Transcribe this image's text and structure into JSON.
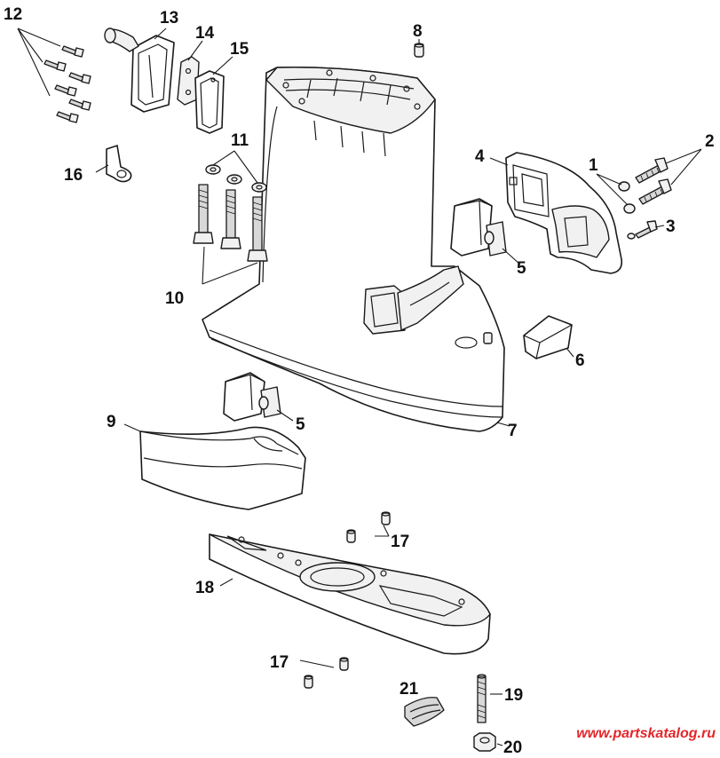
{
  "callouts": {
    "c1": "1",
    "c2": "2",
    "c3": "3",
    "c4": "4",
    "c5a": "5",
    "c5b": "5",
    "c6": "6",
    "c7": "7",
    "c8": "8",
    "c9": "9",
    "c10": "10",
    "c11": "11",
    "c12": "12",
    "c13": "13",
    "c14": "14",
    "c15": "15",
    "c16": "16",
    "c17a": "17",
    "c17b": "17",
    "c18": "18",
    "c19": "19",
    "c20": "20",
    "c21": "21"
  },
  "watermark": "www.partskatalog.ru",
  "colors": {
    "ink": "#1a1a1a",
    "watermark": "#e4262a",
    "background": "#ffffff"
  }
}
